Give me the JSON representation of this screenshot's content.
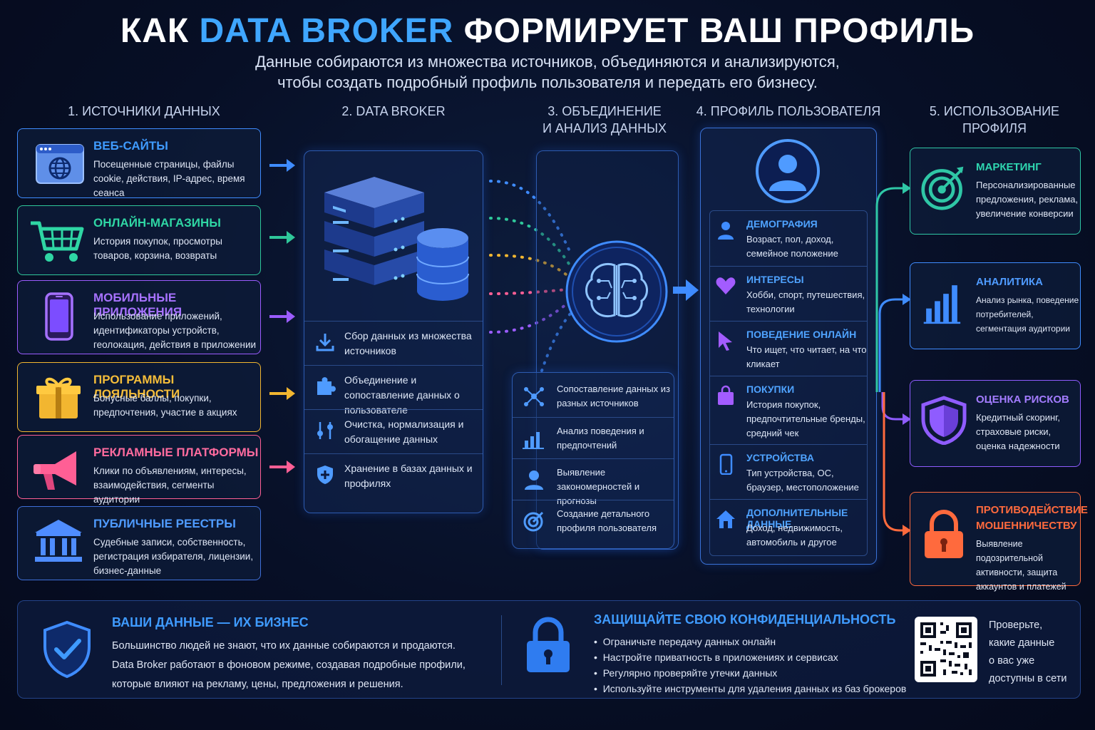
{
  "header": {
    "title_pre": "КАК",
    "title_accent": "DATA BROKER",
    "title_post": "ФОРМИРУЕТ ВАШ ПРОФИЛЬ",
    "subtitle_line1": "Данные собираются из множества источников, объединяются и анализируются,",
    "subtitle_line2": "чтобы создать подробный профиль пользователя и передать его бизнесу."
  },
  "columns": {
    "c1": "1. ИСТОЧНИКИ ДАННЫХ",
    "c2": "2. DATA BROKER",
    "c3_line1": "3. ОБЪЕДИНЕНИЕ",
    "c3_line2": "И АНАЛИЗ ДАННЫХ",
    "c4": "4. ПРОФИЛЬ ПОЛЬЗОВАТЕЛЯ",
    "c5": "5. ИСПОЛЬЗОВАНИЕ ПРОФИЛЯ"
  },
  "sources": [
    {
      "title": "ВЕБ-САЙТЫ",
      "desc": "Посещенные страницы, файлы cookie, действия, IP-адрес, время сеанса",
      "color": "#3f8cff",
      "icon": "browser-globe-icon"
    },
    {
      "title": "ОНЛАЙН-МАГАЗИНЫ",
      "desc": "История покупок, просмотры товаров, корзина, возвраты",
      "color": "#2fc79a",
      "icon": "shopping-cart-icon"
    },
    {
      "title": "МОБИЛЬНЫЕ ПРИЛОЖЕНИЯ",
      "desc": "Использование приложений, идентификаторы устройств, геолокация, действия в приложении",
      "color": "#9b5cff",
      "icon": "smartphone-icon"
    },
    {
      "title": "ПРОГРАММЫ ЛОЯЛЬНОСТИ",
      "desc": "Бонусные баллы, покупки, предпочтения, участие в акциях",
      "color": "#f2b630",
      "icon": "gift-icon"
    },
    {
      "title": "РЕКЛАМНЫЕ ПЛАТФОРМЫ",
      "desc": "Клики по объявлениям, интересы, взаимодействия, сегменты аудитории",
      "color": "#ff5f95",
      "icon": "megaphone-icon"
    },
    {
      "title": "ПУБЛИЧНЫЕ РЕЕСТРЫ",
      "desc": "Судебные записи, собственность, регистрация избирателя, лицензии, бизнес-данные",
      "color": "#4f8dff",
      "icon": "bank-building-icon"
    }
  ],
  "broker": {
    "icon": "server-database-icon",
    "steps": [
      {
        "text": "Сбор данных из множества источников",
        "icon": "download-icon"
      },
      {
        "text": "Объединение и сопоставление данных о пользователе",
        "icon": "puzzle-icon"
      },
      {
        "text": "Очистка, нормализация и обогащение данных",
        "icon": "sliders-icon"
      },
      {
        "text": "Хранение в базах данных и профилях",
        "icon": "shield-plus-icon"
      }
    ]
  },
  "analysis": {
    "icon": "brain-icon",
    "steps": [
      {
        "text": "Сопоставление данных из разных источников",
        "icon": "network-nodes-icon"
      },
      {
        "text": "Анализ поведения и предпочтений",
        "icon": "bar-chart-icon"
      },
      {
        "text": "Выявление закономерностей и прогнозы",
        "icon": "person-icon"
      },
      {
        "text": "Создание детального профиля пользователя",
        "icon": "target-icon"
      }
    ]
  },
  "profile": {
    "icon": "user-avatar-icon",
    "items": [
      {
        "title": "ДЕМОГРАФИЯ",
        "desc": "Возраст, пол, доход, семейное положение",
        "icon": "person-icon",
        "color": "#3f8cff"
      },
      {
        "title": "ИНТЕРЕСЫ",
        "desc": "Хобби, спорт, путешествия, технологии",
        "icon": "heart-icon",
        "color": "#a35cff"
      },
      {
        "title": "ПОВЕДЕНИЕ ОНЛАЙН",
        "desc": "Что ищет, что читает, на что кликает",
        "icon": "cursor-icon",
        "color": "#a35cff"
      },
      {
        "title": "ПОКУПКИ",
        "desc": "История покупок, предпочтительные бренды, средний чек",
        "icon": "shopping-bag-icon",
        "color": "#a35cff"
      },
      {
        "title": "УСТРОЙСТВА",
        "desc": "Тип устройства, ОС, браузер, местоположение",
        "icon": "smartphone-icon",
        "color": "#3f8cff"
      },
      {
        "title": "ДОПОЛНИТЕЛЬНЫЕ ДАННЫЕ",
        "desc": "Доход, недвижимость, автомобиль и другое",
        "icon": "house-icon",
        "color": "#3f8cff"
      }
    ]
  },
  "uses": [
    {
      "title": "МАРКЕТИНГ",
      "desc": "Персонализированные предложения, реклама, увеличение конверсии",
      "color": "#2fc7a6",
      "icon": "target-icon"
    },
    {
      "title": "АНАЛИТИКА",
      "desc": "Анализ рынка, поведение потребителей, сегментация аудитории",
      "color": "#3f8cff",
      "icon": "bar-chart-icon"
    },
    {
      "title": "ОЦЕНКА РИСКОВ",
      "desc": "Кредитный скоринг, страховые риски, оценка надежности",
      "color": "#8f5cff",
      "icon": "shield-icon"
    },
    {
      "title": "ПРОТИВОДЕЙСТВИЕ МОШЕННИЧЕСТВУ",
      "desc": "Выявление подозрительной активности, защита аккаунтов и платежей",
      "color": "#ff6a3d",
      "icon": "padlock-icon"
    }
  ],
  "bottom": {
    "left_title": "ВАШИ ДАННЫЕ — ИХ БИЗНЕС",
    "left_text1": "Большинство людей не знают, что их данные собираются и продаются.",
    "left_text2": "Data Broker работают в фоновом режиме, создавая подробные профили,",
    "left_text3": "которые влияют на рекламу, цены, предложения и решения.",
    "right_title": "ЗАЩИЩАЙТЕ СВОЮ КОНФИДЕНЦИАЛЬНОСТЬ",
    "tips": [
      "Ограничьте передачу данных онлайн",
      "Настройте приватность в приложениях и сервисах",
      "Регулярно проверяйте утечки данных",
      "Используйте инструменты для удаления данных из баз брокеров"
    ],
    "qr_text1": "Проверьте,",
    "qr_text2": "какие данные",
    "qr_text3": "о вас уже",
    "qr_text4": "доступны в сети"
  }
}
